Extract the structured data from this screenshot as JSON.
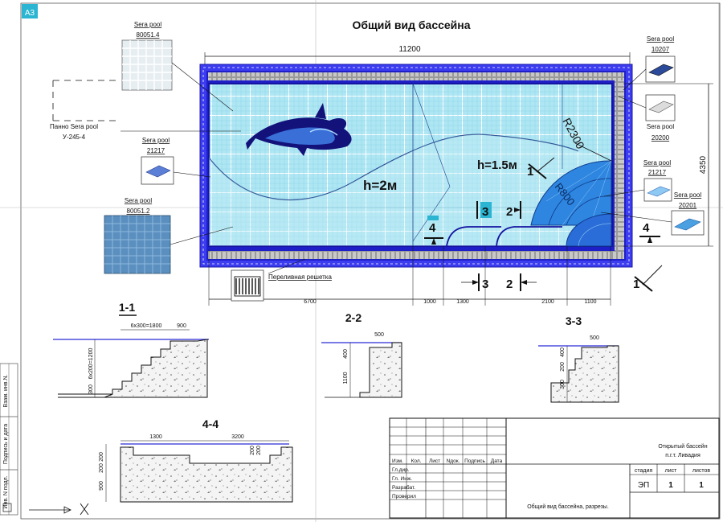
{
  "sheet_format": "A3",
  "title": "Общий вид бассейна",
  "dims": {
    "length": "11200",
    "width": "4350",
    "bottom": [
      "6700",
      "1000",
      "1300",
      "2100",
      "1100"
    ],
    "radius_large": "R2300",
    "radius_small": "R800"
  },
  "depths": {
    "deep": "h=2м",
    "shallow": "h=1.5м"
  },
  "section_marks": {
    "s1": "1",
    "s2": "2",
    "s3": "3",
    "s4": "4"
  },
  "callouts": {
    "mosaic_top": {
      "brand": "Sera pool",
      "code": "80051.4"
    },
    "panel": {
      "line1": "Панно Sera pool",
      "line2": "У-245-4"
    },
    "tile_left": {
      "brand": "Sera pool",
      "code": "21217"
    },
    "mosaic_bottom": {
      "brand": "Sera pool",
      "code": "80051.2"
    },
    "grate": "Переливная решетка",
    "right_1": {
      "brand": "Sera pool",
      "code": "10207"
    },
    "right_2": {
      "brand": "Sera pool",
      "code": "20200"
    },
    "right_3": {
      "brand": "Sera pool",
      "code": "21217"
    },
    "right_4": {
      "brand": "Sera pool",
      "code": "20201"
    }
  },
  "sections": {
    "s11": {
      "label": "1-1",
      "d1": "6x300=1800",
      "d2": "900",
      "v1": "6x200=1200",
      "v2": "300"
    },
    "s22": {
      "label": "2-2",
      "d1": "500",
      "v1": "400",
      "v2": "1100"
    },
    "s33": {
      "label": "3-3",
      "d1": "500",
      "v1": "400",
      "v2": "200",
      "v3": "300"
    },
    "s44": {
      "label": "4-4",
      "d1": "1300",
      "d2": "3200",
      "v1": "200",
      "v2": "200",
      "v3": "900",
      "v4": "200",
      "v5": "200"
    }
  },
  "side_stamps": [
    "Взам. инв.N.",
    "Подпись и дата",
    "Инв. N подл."
  ],
  "title_block": {
    "cols": [
      "Изм.",
      "Кол.",
      "Лист",
      "Nдок.",
      "Подпись",
      "Дата"
    ],
    "rows": [
      "Гл.дир.",
      "Гл. Инж.",
      "Разрабат.",
      "Проверил"
    ],
    "project_line1": "Открытый бассейн",
    "project_line2": "п.г.т. Ливадия",
    "stage_label": "стадия",
    "sheet_label": "лист",
    "sheets_label": "листов",
    "stage_value": "ЭП",
    "sheet_value": "1",
    "sheets_value": "1",
    "drawing_name": "Общий вид бассейна, разрезы."
  },
  "colors": {
    "water": "#aee6f3",
    "grid": "#ffffff",
    "border": "#2a2ad8",
    "edge": "#1c1c9c",
    "steps": "#1f6fd0",
    "dolphin": "#12127a"
  }
}
